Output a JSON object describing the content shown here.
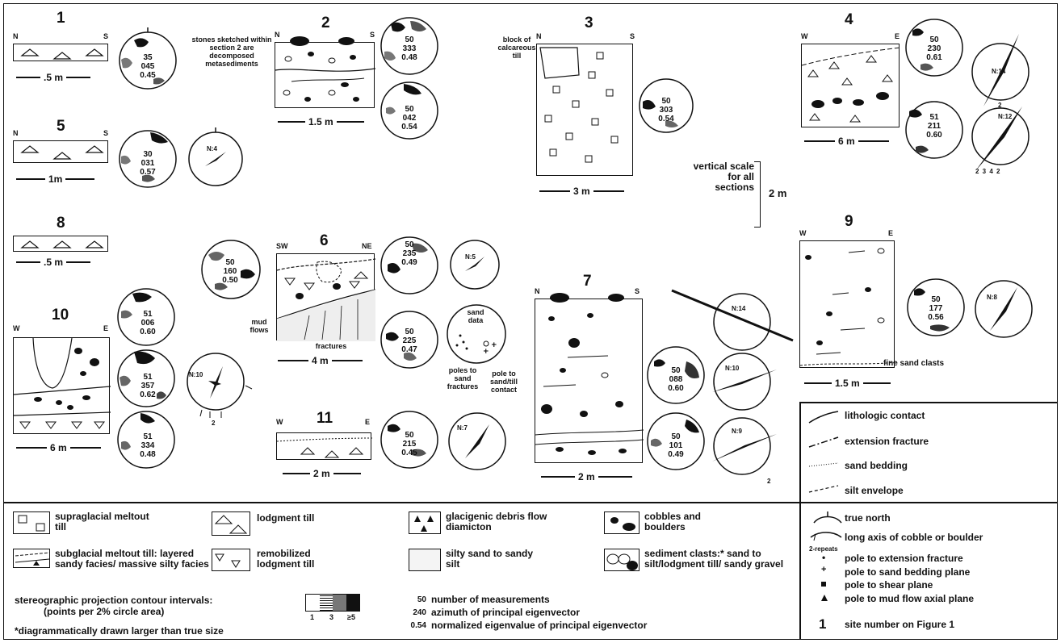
{
  "sites": {
    "s1": {
      "num": "1",
      "left": "N",
      "right": "S",
      "scale": ".5 m",
      "stereo": {
        "n": "35",
        "az": "045",
        "eig": "0.45"
      }
    },
    "s2": {
      "num": "2",
      "left": "N",
      "right": "S",
      "scale": "1.5 m",
      "note": "stones sketched within section 2 are decomposed metasediments",
      "stereo_a": {
        "n": "50",
        "az": "333",
        "eig": "0.48"
      },
      "stereo_b": {
        "n": "50",
        "az": "042",
        "eig": "0.54"
      }
    },
    "s3": {
      "num": "3",
      "left": "N",
      "right": "S",
      "scale": "3 m",
      "note": "block of calcareous till",
      "stereo": {
        "n": "50",
        "az": "303",
        "eig": "0.54"
      }
    },
    "s4": {
      "num": "4",
      "left": "W",
      "right": "E",
      "scale": "6 m",
      "stereo_a": {
        "n": "50",
        "az": "230",
        "eig": "0.61"
      },
      "stereo_b": {
        "n": "51",
        "az": "211",
        "eig": "0.60"
      },
      "rose_a": "N:14",
      "rose_b": "N:12",
      "rose_a_tick": "2",
      "rose_b_ticks": "2 3 4 2"
    },
    "s5": {
      "num": "5",
      "left": "N",
      "right": "S",
      "scale": "1m",
      "stereo": {
        "n": "30",
        "az": "031",
        "eig": "0.57"
      },
      "rose": "N:4"
    },
    "s6": {
      "num": "6",
      "left": "SW",
      "right": "NE",
      "scale": "4 m",
      "mud": "mud flows",
      "fractures": "fractures",
      "stereo_a": {
        "n": "50",
        "az": "160",
        "eig": "0.50"
      },
      "stereo_b": {
        "n": "50",
        "az": "235",
        "eig": "0.49"
      },
      "stereo_c": {
        "n": "50",
        "az": "225",
        "eig": "0.47"
      },
      "rose": "N:5",
      "sand_data": "sand data",
      "poles_fract": "poles to sand fractures",
      "pole_contact": "pole to sand/till contact"
    },
    "s7": {
      "num": "7",
      "left": "N",
      "right": "S",
      "scale": "2 m",
      "stereo_a": {
        "n": "50",
        "az": "088",
        "eig": "0.60"
      },
      "stereo_b": {
        "n": "50",
        "az": "101",
        "eig": "0.49"
      },
      "rose_a": "N:14",
      "rose_b": "N:10",
      "rose_c": "N:9",
      "rose_c_tick": "2"
    },
    "s8": {
      "num": "8",
      "scale": ".5 m"
    },
    "s9": {
      "num": "9",
      "left": "W",
      "right": "E",
      "scale": "1.5 m",
      "fine": "fine sand clasts",
      "stereo": {
        "n": "50",
        "az": "177",
        "eig": "0.56"
      },
      "rose": "N:8"
    },
    "s10": {
      "num": "10",
      "left": "W",
      "right": "E",
      "scale": "6 m",
      "stereo_a": {
        "n": "51",
        "az": "006",
        "eig": "0.60"
      },
      "stereo_b": {
        "n": "51",
        "az": "357",
        "eig": "0.62"
      },
      "stereo_c": {
        "n": "51",
        "az": "334",
        "eig": "0.48"
      },
      "rose": "N:10",
      "rose_tick": "2"
    },
    "s11": {
      "num": "11",
      "left": "W",
      "right": "E",
      "scale": "2 m",
      "stereo": {
        "n": "50",
        "az": "215",
        "eig": "0.45"
      },
      "rose": "N:7"
    }
  },
  "vertical_scale": {
    "label": "vertical scale for all sections",
    "value": "2 m"
  },
  "legend_bottom": {
    "supraglacial": "supraglacial meltout till",
    "lodgment": "lodgment till",
    "debris": "glacigenic debris flow diamicton",
    "cobbles": "cobbles and boulders",
    "subglacial": "subglacial meltout till: layered sandy facies/ massive silty facies",
    "remobilized": "remobilized lodgment till",
    "silty_sand": "silty sand to sandy silt",
    "sediment_clasts": "sediment clasts:* sand to silt/lodgment till/ sandy gravel",
    "contour_label": "stereographic projection contour intervals:",
    "contour_sub": "(points per 2% circle area)",
    "contour_ticks": [
      "1",
      "3",
      "≥5"
    ],
    "footnote": "*diagrammatically drawn larger than true size",
    "key_n_val": "50",
    "key_n": "number of measurements",
    "key_az_val": "240",
    "key_az": "azimuth of principal eigenvector",
    "key_eig_val": "0.54",
    "key_eig": "normalized eigenvalue of principal eigenvector"
  },
  "legend_right": {
    "lithologic": "lithologic contact",
    "extension": "extension fracture",
    "sand_bedding": "sand bedding",
    "silt": "silt envelope",
    "true_north": "true north",
    "long_axis": "long axis of cobble or boulder",
    "repeats": "2-repeats",
    "pole_ext": "pole to extension fracture",
    "pole_sand": "pole to sand bedding plane",
    "pole_shear": "pole to shear plane",
    "pole_mud": "pole to mud flow axial plane",
    "site_num": "1",
    "site_num_label": "site number on Figure 1"
  }
}
